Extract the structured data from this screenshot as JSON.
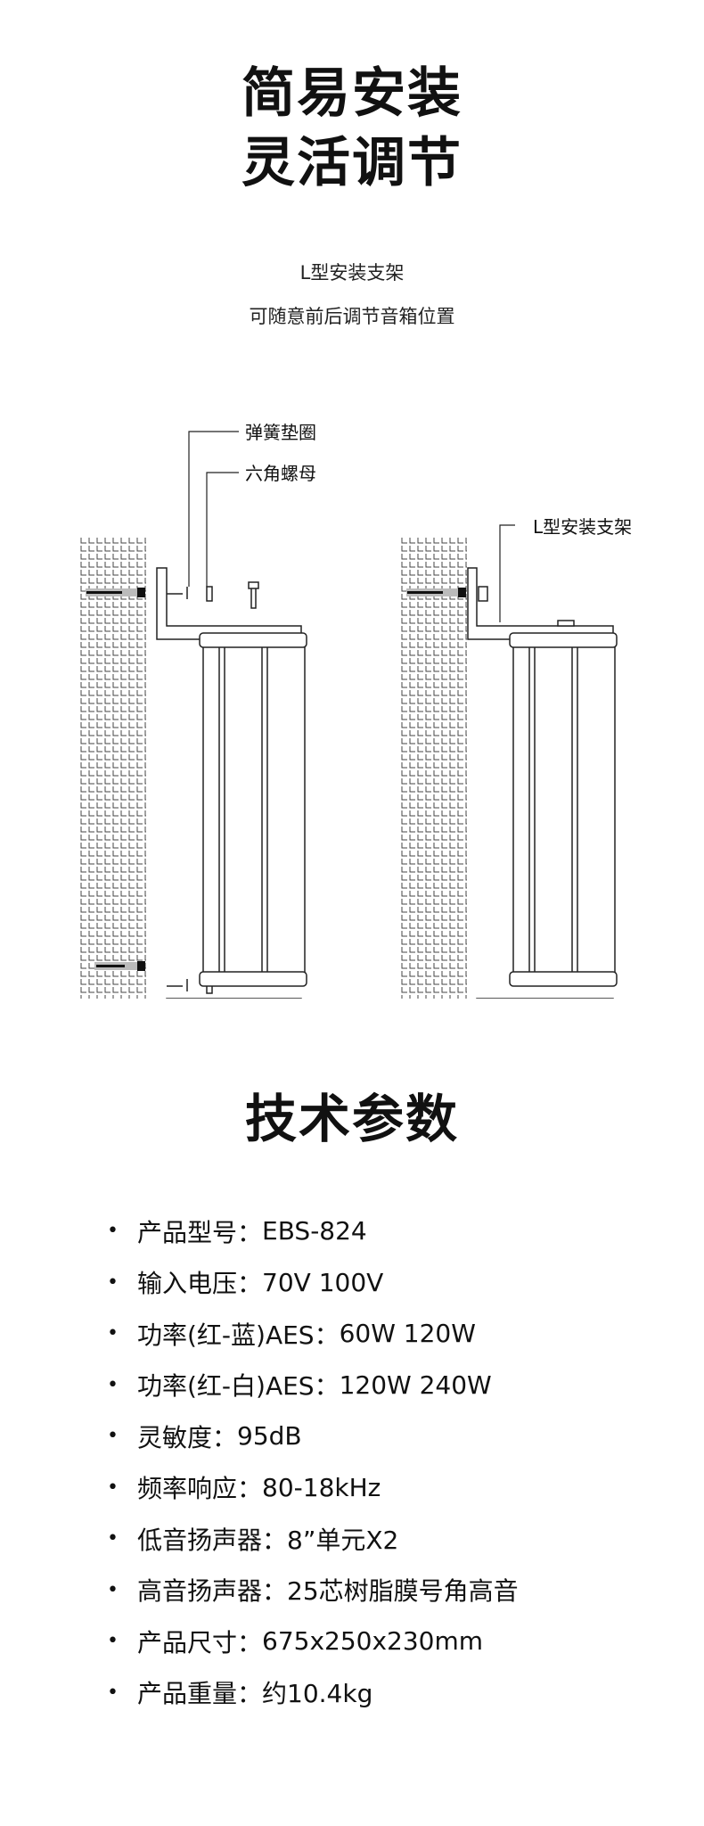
{
  "header": {
    "title_line1": "简易安装",
    "title_line2": "灵活调节"
  },
  "intro": {
    "line1": "L型安装支架",
    "line2": "可随意前后调节音箱位置"
  },
  "diagram": {
    "label_spring_washer": "弹簧垫圈",
    "label_hex_nut": "六角螺母",
    "label_bracket": "L型安装支架"
  },
  "specs": {
    "title": "技术参数",
    "bullet": "•",
    "items": [
      {
        "label": "产品型号：",
        "value": "EBS-824"
      },
      {
        "label": "输入电压：",
        "value": "70V 100V"
      },
      {
        "label": "功率(红-蓝)AES：",
        "value": "60W 120W"
      },
      {
        "label": "功率(红-白)AES：",
        "value": "120W 240W"
      },
      {
        "label": "灵敏度：",
        "value": "95dB"
      },
      {
        "label": "频率响应：",
        "value": "80-18kHz"
      },
      {
        "label": "低音扬声器：",
        "value": "8”单元X2"
      },
      {
        "label": "高音扬声器：",
        "value": "25芯树脂膜号角高音"
      },
      {
        "label": "产品尺寸：",
        "value": "675x250x230mm"
      },
      {
        "label": "产品重量：",
        "value": "约10.4kg"
      }
    ]
  }
}
